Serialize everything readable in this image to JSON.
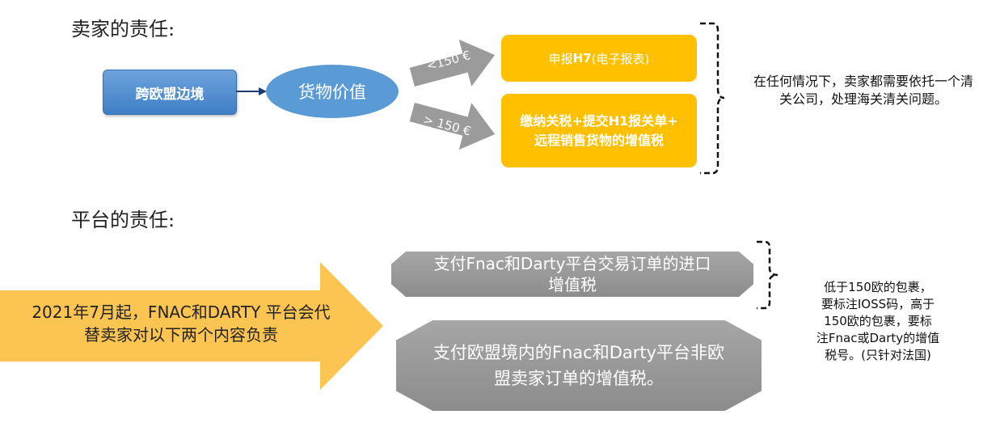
{
  "seller": {
    "title": "卖家的责任:",
    "cross_border_label": "跨欧盟边境",
    "goods_value_label": "货物价值",
    "under_threshold_label": "<150 €",
    "over_threshold_label": "> 150 €",
    "declare_prefix": "申报",
    "declare_code": "H7",
    "declare_suffix": " (电子报表)",
    "duties_line1": "缴纳关税+提交H1报关单+",
    "duties_line2": "远程销售货物的增值税",
    "note_line1": "在任何情况下，卖家都需要依托一个清",
    "note_line2": "关公司，处理海关清关问题。"
  },
  "platform": {
    "title": "平台的责任:",
    "arrow_line1": "2021年7月起，FNAC和DARTY 平台会代",
    "arrow_line2": "替卖家对以下两个内容负责",
    "item1_line1": "支付Fnac和Darty平台交易订单的进口",
    "item1_line2": "增值税",
    "item2_line1": "支付欧盟境内的Fnac和Darty平台非欧",
    "item2_line2": "盟卖家订单的增值税。",
    "note_lines": [
      "低于150欧的包裹，",
      "要标注IOSS码，高于",
      "150欧的包裹，要标",
      "注Fnac或Darty的增值",
      "税号。(只针对法国)"
    ]
  },
  "colors": {
    "blue_box": "#4a86c8",
    "ellipse": "#5b9bd5",
    "orange": "#ffc000",
    "big_arrow": "#fcc451",
    "grey": "#999999"
  }
}
